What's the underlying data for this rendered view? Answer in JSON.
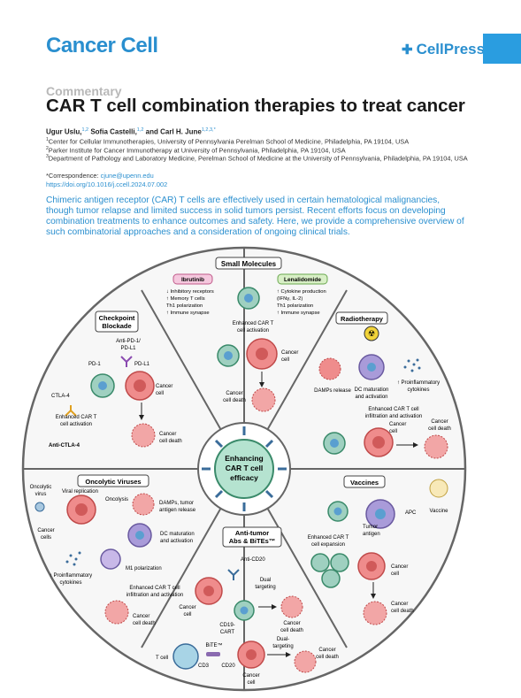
{
  "header": {
    "journal": "Cancer Cell",
    "publisher": "CellPress",
    "section": "Commentary",
    "title": "CAR T cell combination therapies to treat cancer"
  },
  "authors": [
    {
      "name": "Ugur Uslu,",
      "sup": "1,2"
    },
    {
      "name": " Sofia Castelli,",
      "sup": "1,2"
    },
    {
      "name": " and Carl H. June",
      "sup": "1,2,3,*"
    }
  ],
  "affiliations": [
    {
      "sup": "1",
      "text": "Center for Cellular Immunotherapies, University of Pennsylvania Perelman School of Medicine, Philadelphia, PA 19104, USA"
    },
    {
      "sup": "2",
      "text": "Parker Institute for Cancer Immunotherapy at University of Pennsylvania, Philadelphia, PA 19104, USA"
    },
    {
      "sup": "3",
      "text": "Department of Pathology and Laboratory Medicine, Perelman School of Medicine at the University of Pennsylvania, Philadelphia, PA 19104, USA"
    }
  ],
  "correspondence_label": "*Correspondence:",
  "correspondence_email": "cjune@upenn.edu",
  "doi": "https://doi.org/10.1016/j.ccell.2024.07.002",
  "abstract": "Chimeric antigen receptor (CAR) T cells are effectively used in certain hematological malignancies, though tumor relapse and limited success in solid tumors persist. Recent efforts focus on developing combination treatments to enhance outcomes and safety. Here, we provide a comprehensive overview of such combinatorial approaches and a consideration of ongoing clinical trials.",
  "figure": {
    "center": [
      "Enhancing",
      "CAR T cell",
      "efficacy"
    ],
    "small_molecules": {
      "title": "Small Molecules",
      "ibrutinib": "Ibrutinib",
      "ibrutinib_effects": [
        "↓ Inhibitory receptors",
        "↑ Memory T cells",
        "Th1 polarization",
        "↑ Immune synapse"
      ],
      "lenalidomide": "Lenalidomide",
      "lenalidomide_effects": [
        "↑ Cytokine production",
        "(IFNγ, IL-2)",
        "Th1 polarization",
        "↑ Immune synapse"
      ],
      "activation": [
        "Enhanced CAR T",
        "cell activation"
      ],
      "cancer_cell": [
        "Cancer",
        "cell"
      ],
      "death": [
        "Cancer",
        "cell death"
      ]
    },
    "radiotherapy": {
      "title": "Radiotherapy",
      "damps": "DAMPs release",
      "dc": [
        "DC maturation",
        "and activation"
      ],
      "proinflammatory": [
        "↑ Proinflammatory",
        "cytokines"
      ],
      "infiltration": [
        "Enhanced CAR T cell",
        "infiltration and activation"
      ],
      "cancer_cell": [
        "Cancer",
        "cell"
      ],
      "death": [
        "Cancer",
        "cell death"
      ]
    },
    "checkpoint": {
      "title": [
        "Checkpoint",
        "Blockade"
      ],
      "anti_pd1": [
        "Anti-PD-1/",
        "PD-L1"
      ],
      "pd1": "PD-1",
      "pdl1": "PD-L1",
      "ctla4": "CTLA-4",
      "anti_ctla4": "Anti-CTLA-4",
      "activation": [
        "Enhanced CAR T",
        "cell activation"
      ],
      "cancer_cell": [
        "Cancer",
        "cell"
      ],
      "death": [
        "Cancer",
        "cell death"
      ]
    },
    "oncolytic": {
      "title": "Oncolytic Viruses",
      "virus": [
        "Oncolytic",
        "virus"
      ],
      "replication": "Viral replication",
      "oncolysis": "Oncolysis",
      "damps": [
        "DAMPs, tumor",
        "antigen release"
      ],
      "cancer_cells": [
        "Cancer",
        "cells"
      ],
      "dc": [
        "DC maturation",
        "and activation"
      ],
      "m1": "M1 polarization",
      "proinflammatory": [
        "↑ Proinflammatory",
        "cytokines"
      ],
      "infiltration": [
        "Enhanced CAR T cell",
        "infiltration and activation"
      ],
      "death": [
        "Cancer",
        "cell death"
      ]
    },
    "vaccines": {
      "title": "Vaccines",
      "vaccine": "Vaccine",
      "apc": "APC",
      "tumor_antigen": [
        "Tumor",
        "antigen"
      ],
      "expansion": [
        "Enhanced CAR T",
        "cell expansion"
      ],
      "cancer_cell": [
        "Cancer",
        "cell"
      ],
      "death": [
        "Cancer",
        "cell death"
      ]
    },
    "antitumor": {
      "title": [
        "Anti-tumor",
        "Abs & BiTEs™"
      ],
      "anti_cd20": "Anti-CD20",
      "dual_targeting": [
        "Dual",
        "targeting"
      ],
      "cancer_cell": [
        "Cancer",
        "cell"
      ],
      "cart": [
        "CD19-",
        "CART"
      ],
      "death": [
        "Cancer",
        "cell death"
      ],
      "dual_targeting2": [
        "Dual-",
        "targeting"
      ],
      "tcell": "T cell",
      "bite": "BiTE™",
      "cd3": "CD3",
      "cd20": "CD20",
      "cancer_cell2": [
        "Cancer",
        "cell"
      ],
      "death2": [
        "Cancer",
        "cell death"
      ]
    }
  },
  "colors": {
    "accent": "#2a8fcf",
    "figure_border": "#5a5a5a",
    "tcell": "#9fd0c0",
    "cancer": "#ef8c8c",
    "dc": "#a99bd9"
  }
}
